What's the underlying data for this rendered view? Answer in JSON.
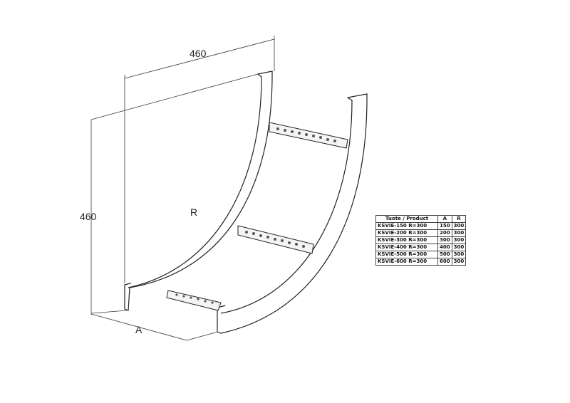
{
  "dimensions": {
    "width_top": "460",
    "height_left": "460",
    "radius_label": "R",
    "a_label": "A"
  },
  "table": {
    "headers": [
      "Tuote / Product",
      "A",
      "R"
    ],
    "rows": [
      [
        "KSVIE-150 R=300",
        "150",
        "300"
      ],
      [
        "KSVIE-200 R=300",
        "200",
        "300"
      ],
      [
        "KSVIE-300 R=300",
        "300",
        "300"
      ],
      [
        "KSVIE-400 R=300",
        "400",
        "300"
      ],
      [
        "KSVIE-500 R=300",
        "500",
        "300"
      ],
      [
        "KSVIE-600 R=300",
        "600",
        "300"
      ]
    ]
  }
}
